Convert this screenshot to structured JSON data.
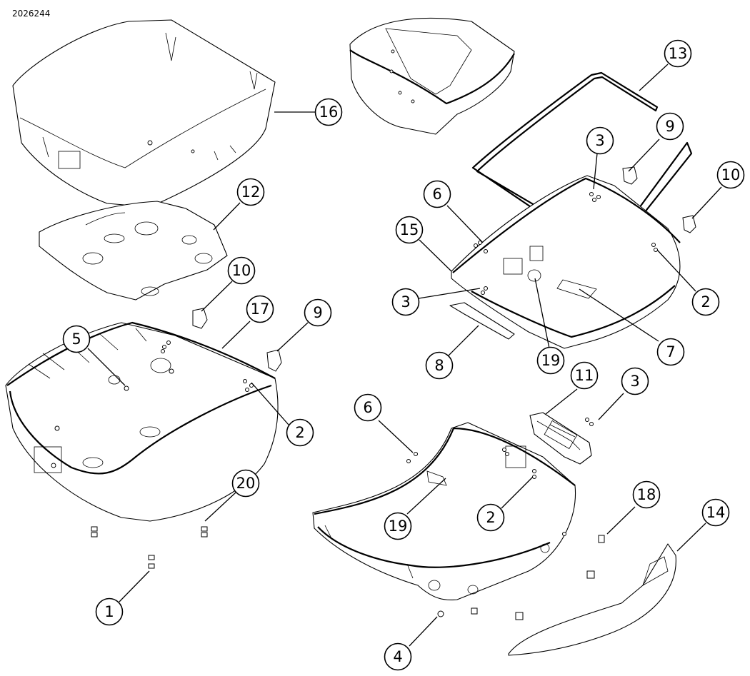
{
  "document_id": "2026244",
  "callouts": [
    "1",
    "2",
    "2",
    "2",
    "3",
    "3",
    "3",
    "4",
    "5",
    "6",
    "6",
    "7",
    "8",
    "9",
    "9",
    "10",
    "10",
    "11",
    "12",
    "13",
    "14",
    "15",
    "16",
    "17",
    "18",
    "19",
    "19",
    "20"
  ]
}
